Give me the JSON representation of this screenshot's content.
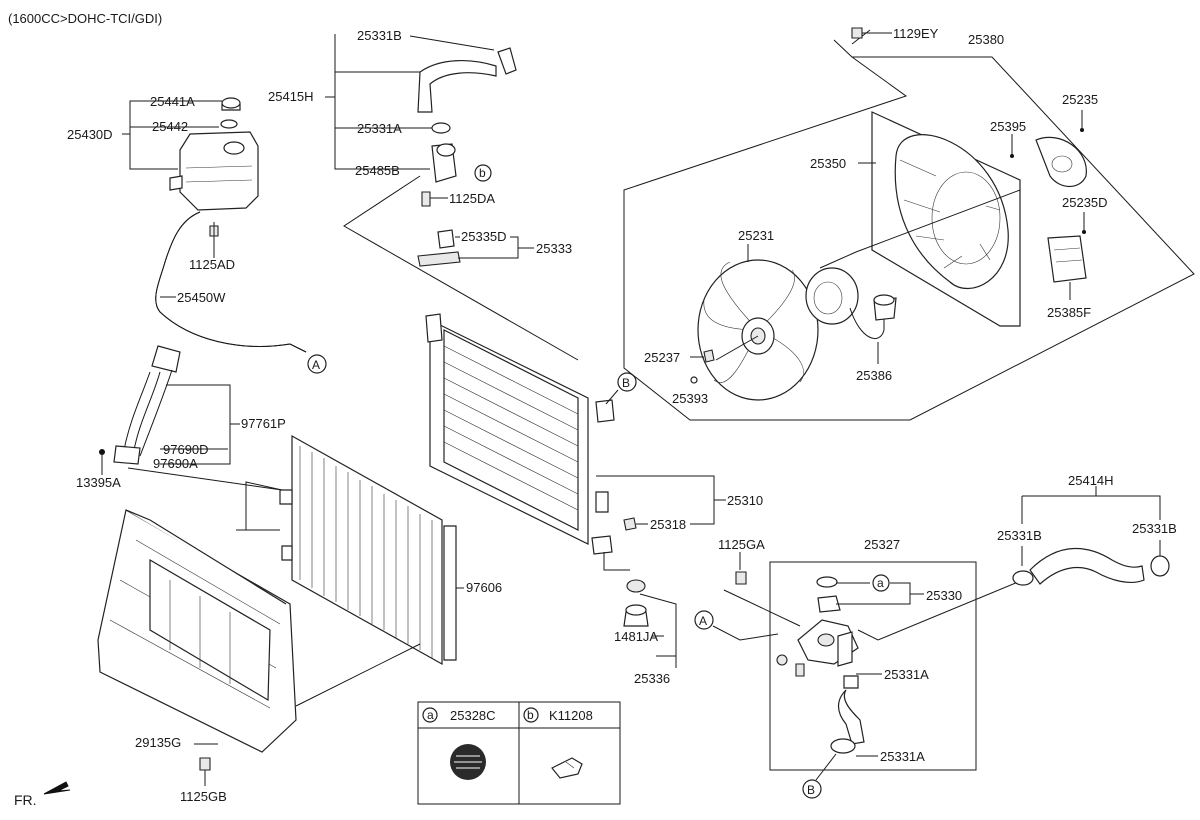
{
  "header": {
    "engine_note": "(1600CC>DOHC-TCI/GDI)"
  },
  "footer": {
    "front_label": "FR."
  },
  "labels": {
    "p25331B_top": "25331B",
    "p25415H": "25415H",
    "p25331A_top": "25331A",
    "p25485B": "25485B",
    "p1125DA": "1125DA",
    "p25335D": "25335D",
    "p25333": "25333",
    "p25441A": "25441A",
    "p25442": "25442",
    "p25430D": "25430D",
    "p1125AD": "1125AD",
    "p25450W": "25450W",
    "p97761P": "97761P",
    "p97690D": "97690D",
    "p97690A": "97690A",
    "p13395A": "13395A",
    "p1129EY": "1129EY",
    "p25380": "25380",
    "p25235": "25235",
    "p25395": "25395",
    "p25350": "25350",
    "p25235D": "25235D",
    "p25231": "25231",
    "p25385F": "25385F",
    "p25237": "25237",
    "p25393": "25393",
    "p25386": "25386",
    "p25310": "25310",
    "p25318": "25318",
    "p1125GA": "1125GA",
    "p25327": "25327",
    "p25330": "25330",
    "p25331A_r1": "25331A",
    "p25331A_r2": "25331A",
    "p25414H": "25414H",
    "p25331B_l": "25331B",
    "p25331B_r": "25331B",
    "p97606": "97606",
    "p1481JA": "1481JA",
    "p25336": "25336",
    "p29135G": "29135G",
    "p1125GB": "1125GB"
  },
  "callouts": {
    "a": "a",
    "b": "b",
    "A": "A",
    "B": "B"
  },
  "legend": {
    "cells": [
      {
        "letter": "a",
        "part": "25328C"
      },
      {
        "letter": "b",
        "part": "K11208"
      }
    ]
  }
}
